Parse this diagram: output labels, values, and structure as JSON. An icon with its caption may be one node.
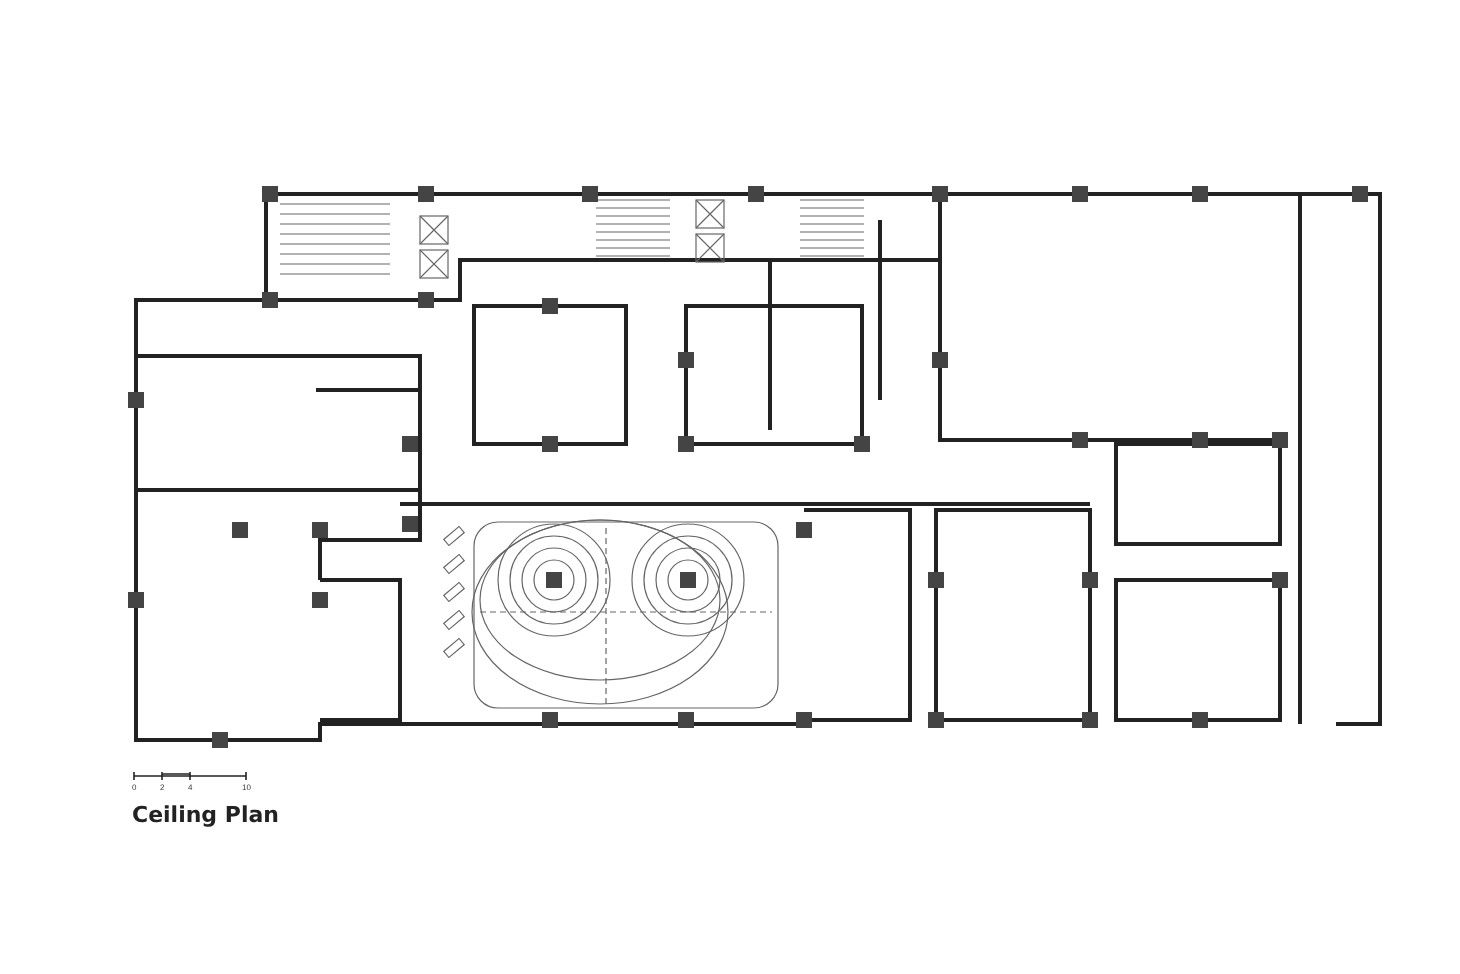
{
  "diagram": {
    "title": "Ceiling Plan",
    "labels": [
      "0",
      "2",
      "4",
      "10"
    ]
  }
}
